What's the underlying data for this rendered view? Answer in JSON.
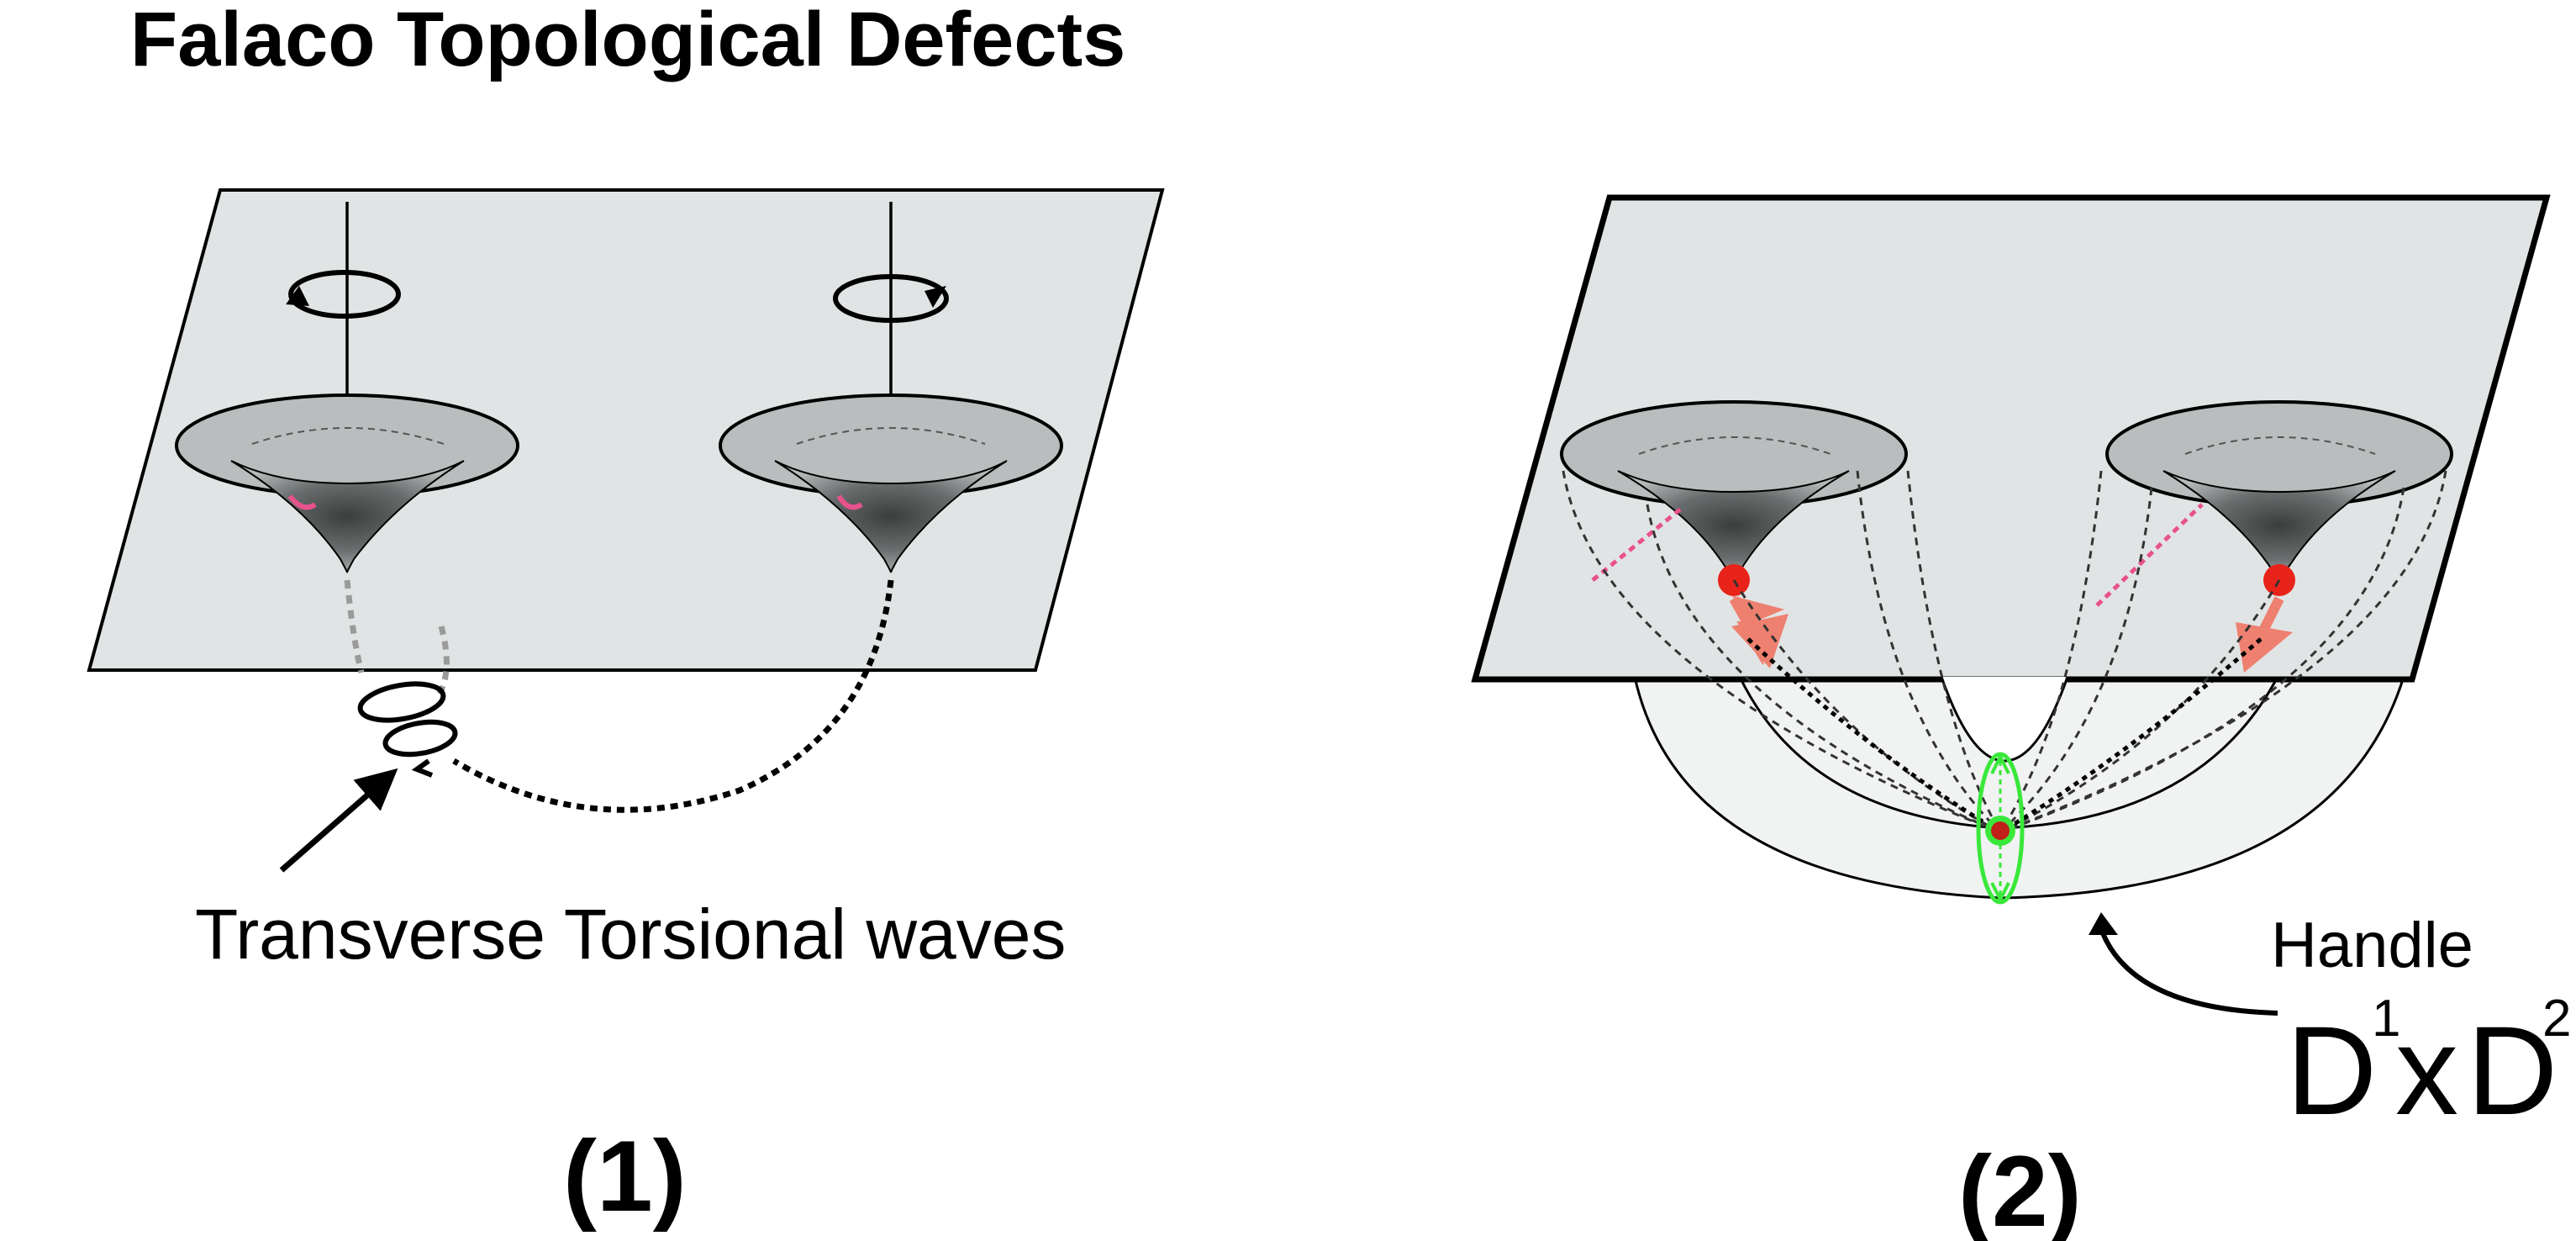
{
  "title": "Falaco Topological Defects",
  "panel1": {
    "label": "(1)",
    "caption": "Transverse Torsional waves"
  },
  "panel2": {
    "label": "(2)",
    "handle_label": "Handle",
    "formula": {
      "d1": "D",
      "sup1": "1",
      "times": "x",
      "d2": "D",
      "sup2": "2"
    }
  },
  "colors": {
    "plane": "#e1e4e4",
    "defect_accent": "#e8528c",
    "singularity": "#e8231a",
    "flow_arrow": "#ee8070",
    "handle_ring": "#39e83a"
  }
}
